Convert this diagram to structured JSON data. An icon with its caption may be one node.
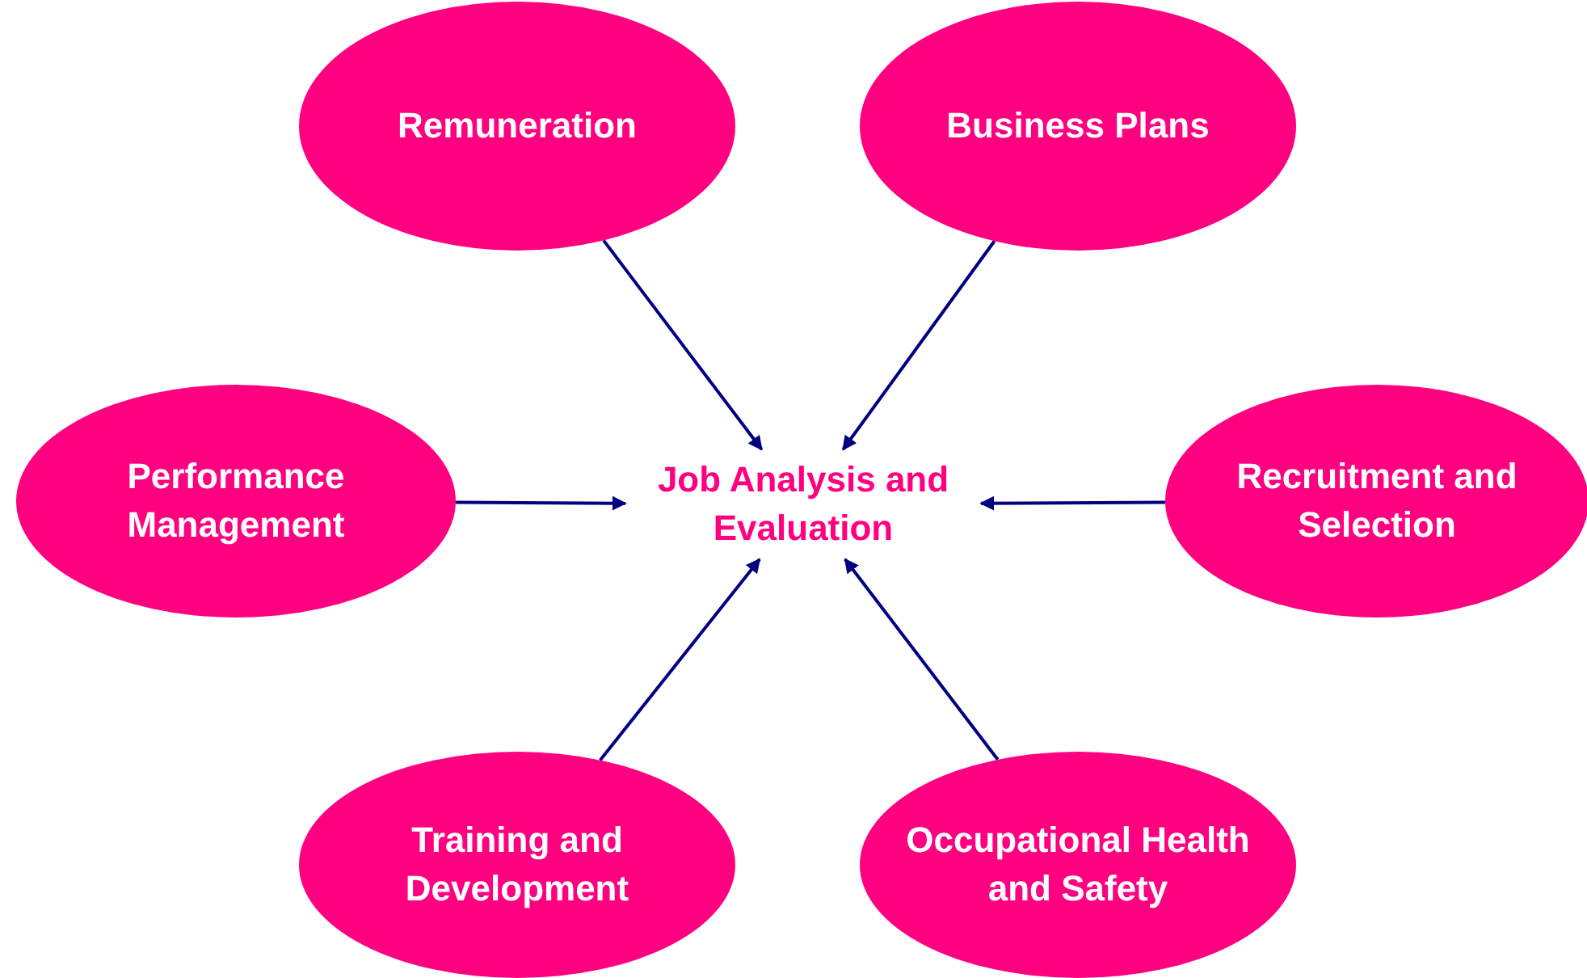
{
  "diagram": {
    "nodes": [
      {
        "text": [
          "Remuneration"
        ]
      },
      {
        "text": [
          "Business Plans"
        ]
      },
      {
        "text": [
          "Performance Management"
        ]
      },
      {
        "text": [
          "Job Analysis and Evaluation"
        ]
      },
      {
        "text": [
          "Recruitment and Selection"
        ]
      },
      {
        "text": [
          "Training and Development"
        ]
      },
      {
        "text": [
          "Occupational Health and Safety"
        ]
      }
    ],
    "edges": [
      {
        "from": 0,
        "to": 3,
        "arrow": "to"
      },
      {
        "from": 1,
        "to": 3,
        "arrow": "to"
      },
      {
        "from": 2,
        "to": 3,
        "arrow": "to"
      },
      {
        "from": 4,
        "to": 3,
        "arrow": "to"
      },
      {
        "from": 5,
        "to": 3,
        "arrow": "to"
      },
      {
        "from": 6,
        "to": 3,
        "arrow": "to"
      }
    ]
  }
}
